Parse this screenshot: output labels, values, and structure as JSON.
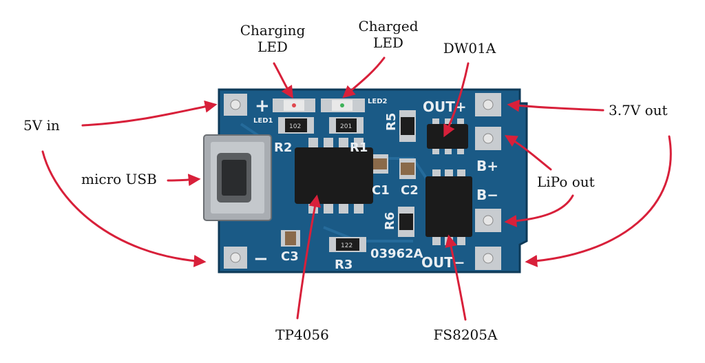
{
  "image": {
    "subject": "TP4056 lithium battery charger module",
    "colors": {
      "pcb": "#1a5a86",
      "pcb_dark": "#103d5e",
      "pad": "#c8ccd0",
      "chip": "#1b1b1b",
      "arrow": "#d8203a",
      "silkscreen": "#e9eef2"
    }
  },
  "labels": {
    "charging_led": [
      "Charging",
      "LED"
    ],
    "charged_led": [
      "Charged",
      "LED"
    ],
    "dw01a": "DW01A",
    "five_v_in": "5V in",
    "micro_usb": "micro USB",
    "three_seven_v_out": "3.7V out",
    "lipo_out": "LiPo out",
    "tp4056": "TP4056",
    "fs8205a": "FS8205A"
  },
  "silkscreen": {
    "plus": "+",
    "minus": "−",
    "led1": "LED1",
    "led2": "LED2",
    "r1": "R1",
    "r2": "R2",
    "r3": "R3",
    "r5": "R5",
    "r6": "R6",
    "c1": "C1",
    "c2": "C2",
    "c3": "C3",
    "out_plus": "OUT+",
    "out_minus": "OUT−",
    "b_plus": "B+",
    "b_minus": "B−",
    "board_id": "03962A",
    "res_102": "102",
    "res_201": "201",
    "res_122": "122"
  }
}
